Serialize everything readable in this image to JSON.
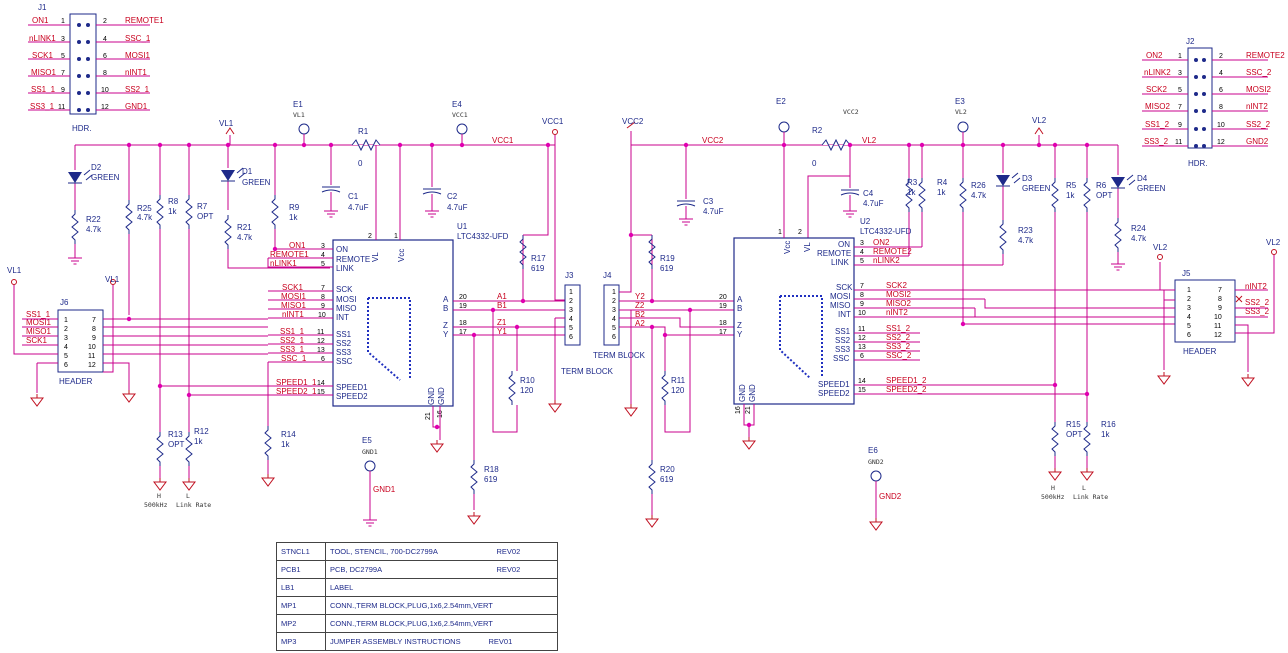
{
  "connectors": {
    "j1": {
      "ref": "J1",
      "type": "HDR.",
      "left": [
        "ON1",
        "nLINK1",
        "SCK1",
        "MISO1",
        "SS1_1",
        "SS3_1"
      ],
      "right": [
        "REMOTE1",
        "SSC_1",
        "MOSI1",
        "nINT1",
        "SS2_1",
        "GND1"
      ],
      "lp": [
        "1",
        "3",
        "5",
        "7",
        "9",
        "11"
      ],
      "rp": [
        "2",
        "4",
        "6",
        "8",
        "10",
        "12"
      ]
    },
    "j2": {
      "ref": "J2",
      "type": "HDR.",
      "left": [
        "ON2",
        "nLINK2",
        "SCK2",
        "MISO2",
        "SS1_2",
        "SS3_2"
      ],
      "right": [
        "REMOTE2",
        "SSC_2",
        "MOSI2",
        "nINT2",
        "SS2_2",
        "GND2"
      ],
      "lp": [
        "1",
        "3",
        "5",
        "7",
        "9",
        "11"
      ],
      "rp": [
        "2",
        "4",
        "6",
        "8",
        "10",
        "12"
      ]
    },
    "j6": {
      "ref": "J6",
      "type": "HEADER",
      "nets": [
        "SS1_1",
        "MOSI1",
        "MISO1",
        "SCK1"
      ],
      "lp": [
        "1",
        "2",
        "3",
        "4",
        "5",
        "6"
      ],
      "rp": [
        "7",
        "8",
        "9",
        "10",
        "11",
        "12"
      ]
    },
    "j5": {
      "ref": "J5",
      "type": "HEADER",
      "nets": [
        "nINT2",
        "SS2_2",
        "SS3_2"
      ],
      "lp": [
        "1",
        "2",
        "3",
        "4",
        "5",
        "6"
      ],
      "rp": [
        "7",
        "8",
        "9",
        "10",
        "11",
        "12"
      ]
    },
    "j3": {
      "ref": "J3",
      "pins": [
        "1",
        "2",
        "3",
        "4",
        "5",
        "6"
      ]
    },
    "j4": {
      "ref": "J4",
      "pins": [
        "1",
        "2",
        "3",
        "4",
        "5",
        "6"
      ]
    },
    "term_block": "TERM BLOCK"
  },
  "u1": {
    "ref": "U1",
    "part": "LTC4332-UFD",
    "left": [
      "ON",
      "REMOTE",
      "LINK",
      "SCK",
      "MOSI",
      "MISO",
      "INT",
      "SS1",
      "SS2",
      "SS3",
      "SSC",
      "SPEED1",
      "SPEED2"
    ],
    "lpins": [
      "3",
      "4",
      "5",
      "7",
      "8",
      "9",
      "10",
      "11",
      "12",
      "13",
      "6",
      "14",
      "15"
    ],
    "right": [
      "A",
      "B",
      "Z",
      "Y"
    ],
    "rpins": [
      "20",
      "19",
      "18",
      "17"
    ],
    "top": [
      "VL",
      "Vcc"
    ],
    "tpins": [
      "2",
      "1"
    ],
    "gnd": [
      "GND",
      "GND"
    ],
    "gpins": [
      "21",
      "16"
    ],
    "nets": [
      "ON1",
      "REMOTE1",
      "nLINK1",
      "SCK1",
      "MOSI1",
      "MISO1",
      "nINT1",
      "SS1_1",
      "SS2_1",
      "SS3_1",
      "SSC_1",
      "SPEED1_1",
      "SPEED2_1"
    ],
    "diff": [
      "A1",
      "B1",
      "Z1",
      "Y1"
    ]
  },
  "u2": {
    "ref": "U2",
    "part": "LTC4332-UFD",
    "left": [
      "ON",
      "REMOTE",
      "LINK",
      "SCK",
      "MOSI",
      "MISO",
      "INT",
      "SS1",
      "SS2",
      "SS3",
      "SSC",
      "SPEED1",
      "SPEED2"
    ],
    "lpins": [
      "3",
      "4",
      "5",
      "7",
      "8",
      "9",
      "10",
      "11",
      "12",
      "13",
      "6",
      "14",
      "15"
    ],
    "lefta": [
      "A",
      "B",
      "Z",
      "Y"
    ],
    "apins": [
      "20",
      "19",
      "18",
      "17"
    ],
    "top": [
      "Vcc",
      "VL"
    ],
    "tpins": [
      "1",
      "2"
    ],
    "gnd": [
      "GND",
      "GND"
    ],
    "gpins": [
      "16",
      "21"
    ],
    "nets": [
      "ON2",
      "REMOTE2",
      "nLINK2",
      "SCK2",
      "MOSI2",
      "MISO2",
      "nINT2",
      "SS1_2",
      "SS2_2",
      "SS3_2",
      "SSC_2",
      "SPEED1_2",
      "SPEED2_2"
    ],
    "diff": [
      "Y2",
      "Z2",
      "B2",
      "A2"
    ]
  },
  "rails": {
    "vl1": "VL1",
    "vcc1": "VCC1",
    "vcc2": "VCC2",
    "vl2": "VL2",
    "gnd1": "GND1",
    "gnd2": "GND2"
  },
  "testpoints": {
    "e1": "E1",
    "e1n": "VL1",
    "e4": "E4",
    "e4n": "VCC1",
    "e2": "E2",
    "e2n": "VCC2",
    "e3": "E3",
    "e3n": "VL2",
    "e5": "E5",
    "e5n": "GND1",
    "e6": "E6",
    "e6n": "GND2"
  },
  "parts": {
    "r1": [
      "R1",
      "0"
    ],
    "r2": [
      "R2",
      "0"
    ],
    "c1": [
      "C1",
      "4.7uF"
    ],
    "c2": [
      "C2",
      "4.7uF"
    ],
    "c3": [
      "C3",
      "4.7uF"
    ],
    "c4": [
      "C4",
      "4.7uF"
    ],
    "d1": [
      "D1",
      "GREEN"
    ],
    "d2": [
      "D2",
      "GREEN"
    ],
    "d3": [
      "D3",
      "GREEN"
    ],
    "d4": [
      "D4",
      "GREEN"
    ],
    "r22": [
      "R22",
      "4.7k"
    ],
    "r25": [
      "R25",
      "4.7k"
    ],
    "r8": [
      "R8",
      "1k"
    ],
    "r7": [
      "R7",
      "OPT"
    ],
    "r21": [
      "R21",
      "4.7k"
    ],
    "r9": [
      "R9",
      "1k"
    ],
    "r13": [
      "R13",
      "OPT"
    ],
    "r12": [
      "R12",
      "1k"
    ],
    "r14": [
      "R14",
      "1k"
    ],
    "r17": [
      "R17",
      "619"
    ],
    "r10": [
      "R10",
      "120"
    ],
    "r18": [
      "R18",
      "619"
    ],
    "r19": [
      "R19",
      "619"
    ],
    "r11": [
      "R11",
      "120"
    ],
    "r20": [
      "R20",
      "619"
    ],
    "r3": [
      "R3",
      "1k"
    ],
    "r4": [
      "R4",
      "1k"
    ],
    "r26": [
      "R26",
      "4.7k"
    ],
    "r23": [
      "R23",
      "4.7k"
    ],
    "r5": [
      "R5",
      "1k"
    ],
    "r6": [
      "R6",
      "OPT"
    ],
    "r24": [
      "R24",
      "4.7k"
    ],
    "r15": [
      "R15",
      "OPT"
    ],
    "r16": [
      "R16",
      "1k"
    ]
  },
  "rate": {
    "h": "H",
    "l": "L",
    "hz": "500kHz",
    "lr": "Link Rate"
  },
  "bom": [
    {
      "ref": "STNCL1",
      "desc": "TOOL, STENCIL, 700-DC2799A",
      "rev": "REV02"
    },
    {
      "ref": "PCB1",
      "desc": "PCB, DC2799A",
      "rev": "REV02"
    },
    {
      "ref": "LB1",
      "desc": "LABEL",
      "rev": ""
    },
    {
      "ref": "MP1",
      "desc": "CONN.,TERM BLOCK,PLUG,1x6,2.54mm,VERT",
      "rev": ""
    },
    {
      "ref": "MP2",
      "desc": "CONN.,TERM BLOCK,PLUG,1x6,2.54mm,VERT",
      "rev": ""
    },
    {
      "ref": "MP3",
      "desc": "JUMPER ASSEMBLY INSTRUCTIONS",
      "rev": "REV01"
    }
  ]
}
